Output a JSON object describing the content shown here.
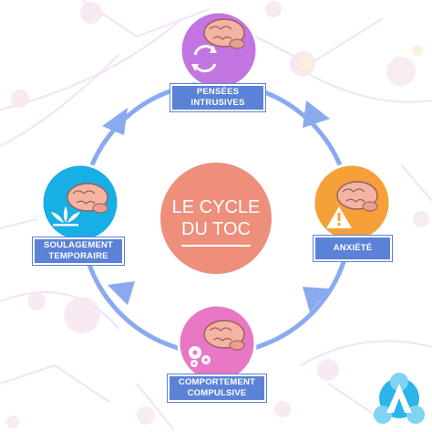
{
  "center": {
    "line1": "LE CYCLE",
    "line2": "DU TOC"
  },
  "nodes": [
    {
      "id": "pensees",
      "label_line1": "PENSÉES",
      "label_line2": "INTRUSIVES",
      "color": "#c275e0",
      "icon": "recycle-arrows-icon"
    },
    {
      "id": "anxiete",
      "label_line1": "ANXIÉTÉ",
      "label_line2": "",
      "color": "#f5a038",
      "icon": "warning-triangle-icon"
    },
    {
      "id": "comportement",
      "label_line1": "COMPORTEMENT",
      "label_line2": "COMPULSIVE",
      "color": "#e877c6",
      "icon": "gears-icon"
    },
    {
      "id": "soulagement",
      "label_line1": "SOULAGEMENT",
      "label_line2": "TEMPORAIRE",
      "color": "#18aee6",
      "icon": "lotus-icon"
    }
  ],
  "colors": {
    "cycle_ring": "#8aaaf0",
    "label_bg": "#5b82d6",
    "center_circle": "#ee8f7c",
    "brain": "#f4b4a4",
    "logo": "#2bb4ea"
  },
  "logo": {
    "icon": "brand-logo-icon"
  }
}
